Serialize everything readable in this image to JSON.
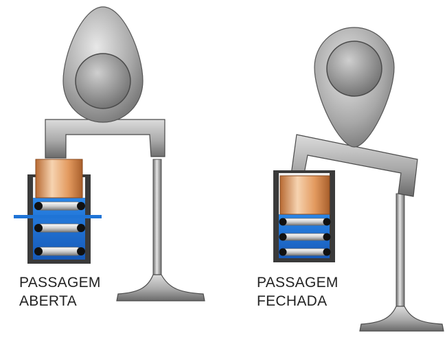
{
  "diagrams": [
    {
      "state": "open",
      "caption": [
        "PASSAGEM",
        "ABERTA"
      ]
    },
    {
      "state": "closed",
      "caption": [
        "PASSAGEM",
        "FECHADA"
      ]
    }
  ],
  "colors": {
    "metal_light": "#d8d8d8",
    "metal_mid": "#a8a8a8",
    "metal_dark": "#5e5e5e",
    "cap_light": "#f6d3b0",
    "cap_mid": "#e39a5f",
    "cap_dark": "#b86a33",
    "chamber_blue": "#1f74d6",
    "chamber_frame": "#3a3a3a",
    "spring_light": "#f2f2f2",
    "spring_dark": "#7a7a7a",
    "text": "#222222"
  }
}
